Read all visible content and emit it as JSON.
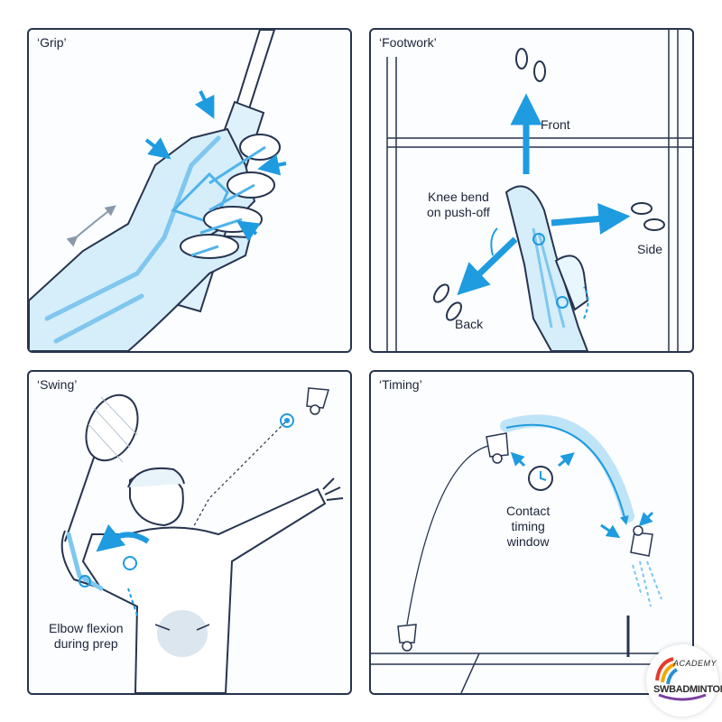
{
  "panels": {
    "grip": {
      "title": "‘Grip’"
    },
    "footwork": {
      "title": "‘Footwork’",
      "front": "Front",
      "side": "Side",
      "back": "Back",
      "knee_line1": "Knee bend",
      "knee_line2": "on push-off"
    },
    "swing": {
      "title": "‘Swing’",
      "elbow_line1": "Elbow flexion",
      "elbow_line2": "during prep"
    },
    "timing": {
      "title": "‘Timing’",
      "contact_line1": "Contact",
      "contact_line2": "timing",
      "contact_line3": "window"
    }
  },
  "logo": {
    "top": "ACADEMY",
    "bottom": "SWBADMINTON"
  },
  "colors": {
    "accent": "#1f9be0",
    "xray": "#bfe4f7",
    "outline": "#27344f",
    "text": "#1c2438"
  },
  "icons": [
    "arrow-icon",
    "footprint-icon",
    "shuttlecock-icon",
    "clock-icon",
    "racket-icon"
  ]
}
